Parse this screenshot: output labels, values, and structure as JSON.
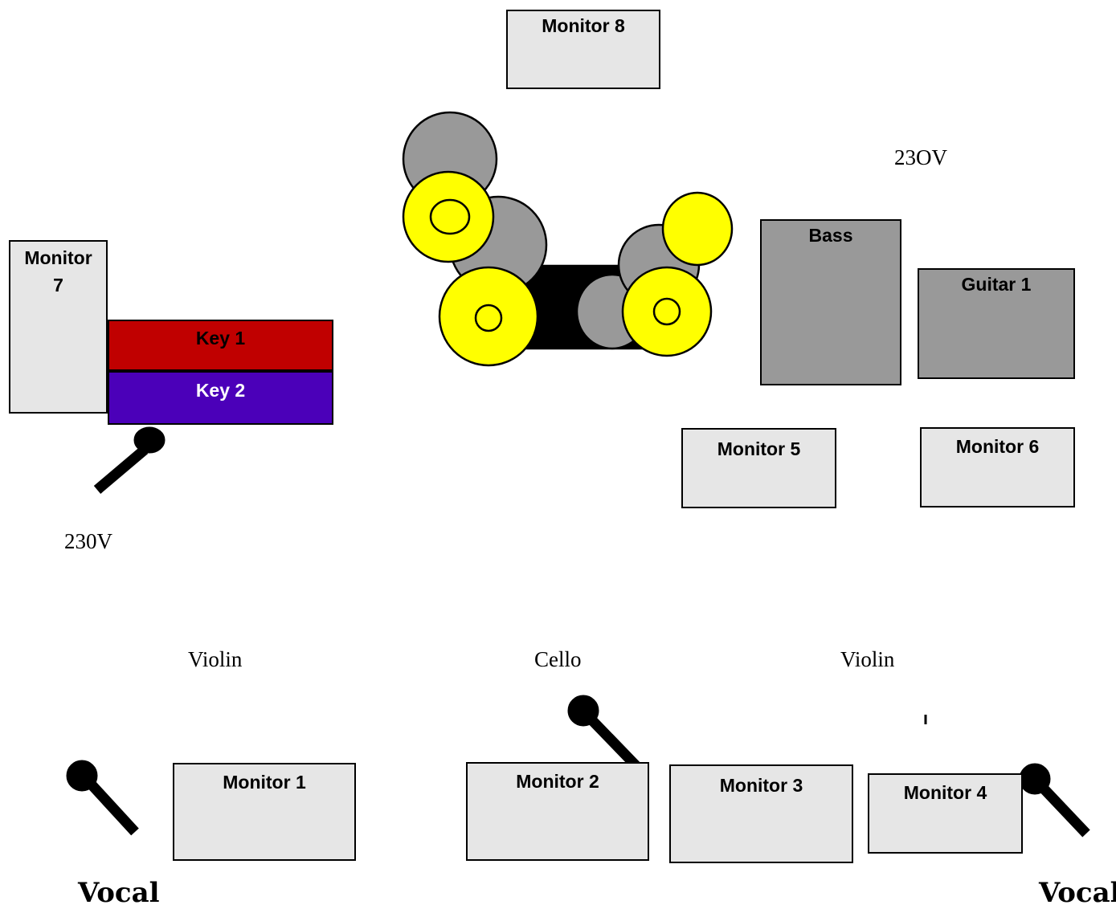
{
  "monitors": {
    "m1": "Monitor 1",
    "m2": "Monitor 2",
    "m3": "Monitor 3",
    "m4": "Monitor 4",
    "m5": "Monitor 5",
    "m6": "Monitor 6",
    "m7_line1": "Monitor",
    "m7_line2": "7",
    "m8": "Monitor 8"
  },
  "amps": {
    "bass": "Bass",
    "guitar": "Guitar 1"
  },
  "keys": {
    "key1": "Key 1",
    "key2": "Key 2"
  },
  "power": {
    "left": "230V",
    "right": "23OV"
  },
  "instruments": {
    "violin_left": "Violin",
    "cello": "Cello",
    "violin_right": "Violin"
  },
  "vocals": {
    "left": "Vocal",
    "right": "Vocal"
  },
  "colors": {
    "cymbal": "#ffff00",
    "drum": "#999999",
    "key1": "#c00000",
    "key2": "#4b00b9",
    "monitor": "#e6e6e6"
  }
}
